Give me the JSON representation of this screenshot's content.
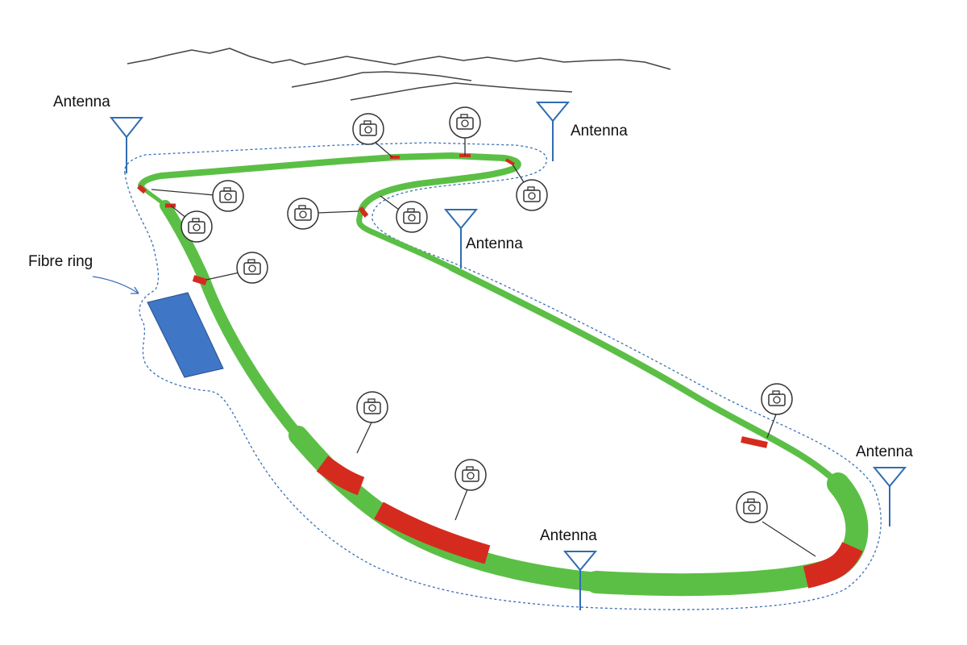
{
  "labels": {
    "antenna_1": "Antenna",
    "antenna_2": "Antenna",
    "antenna_3": "Antenna",
    "antenna_4": "Antenna",
    "antenna_5": "Antenna",
    "fibre_ring": "Fibre ring"
  },
  "colors": {
    "track": "#5bbf45",
    "camera_zone": "#d52b1e",
    "fibre": "#3a6fb5",
    "antenna": "#2f6db3",
    "building": "#3f77c6",
    "skyline": "#444444",
    "camera": "#333333"
  },
  "icons": {
    "antenna": "antenna-icon",
    "camera": "camera-icon"
  }
}
